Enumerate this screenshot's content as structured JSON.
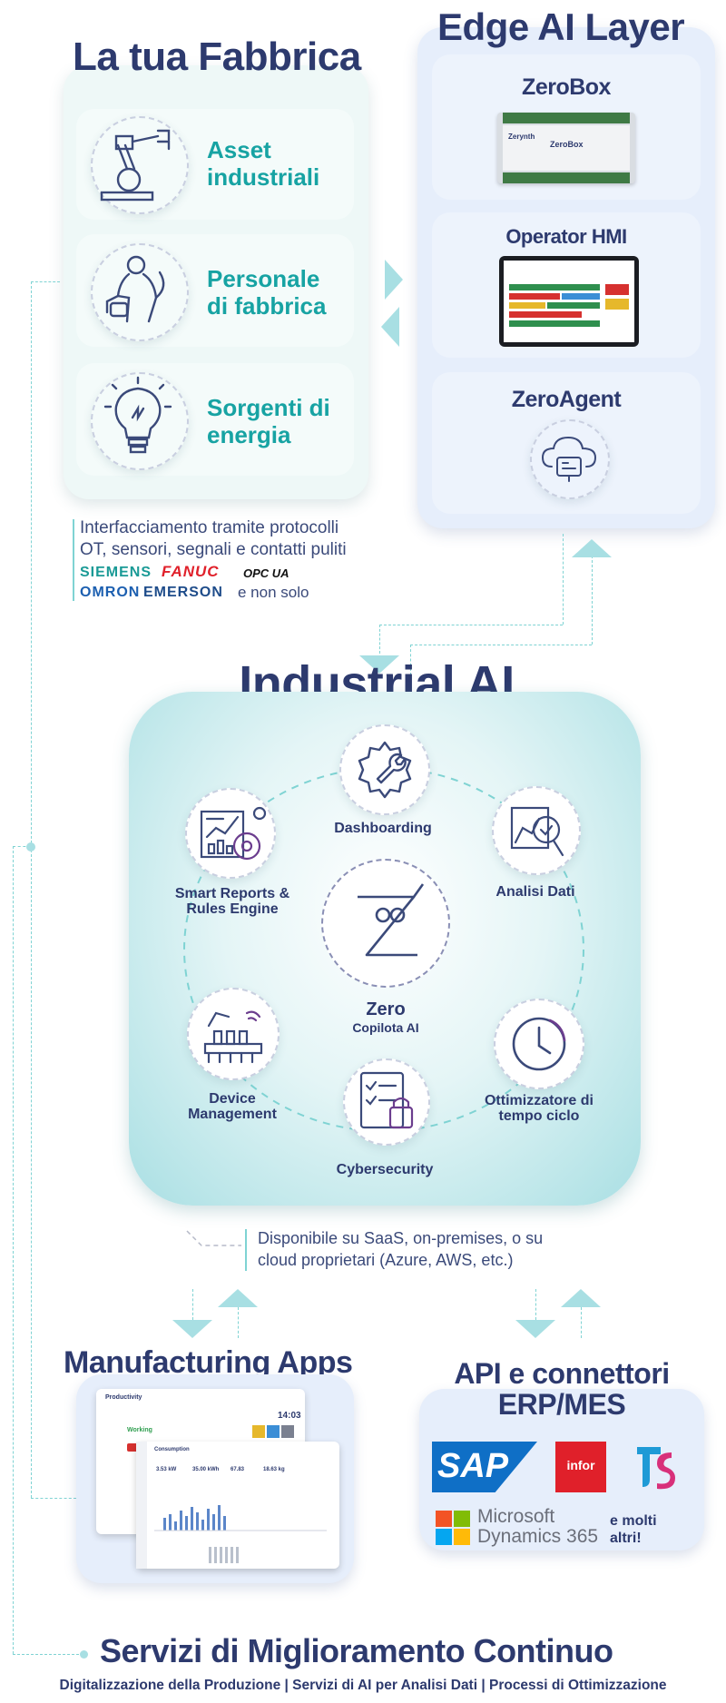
{
  "factory": {
    "title": "La tua Fabbrica",
    "items": [
      {
        "label_1": "Asset",
        "label_2": "industriali",
        "icon": "robot-arm-icon"
      },
      {
        "label_1": "Personale",
        "label_2": "di fabbrica",
        "icon": "worker-icon"
      },
      {
        "label_1": "Sorgenti di",
        "label_2": "energia",
        "icon": "lightbulb-icon"
      }
    ],
    "note_line1": "Interfacciamento tramite protocolli",
    "note_line2": "OT, sensori, segnali e contatti puliti",
    "brands": [
      "SIEMENS",
      "FANUC",
      "OPC UA",
      "OMRON",
      "EMERSON"
    ],
    "brands_suffix": "e non solo"
  },
  "edge": {
    "title": "Edge AI Layer",
    "cards": [
      {
        "title": "ZeroBox",
        "device_label": "ZeroBox",
        "device_brand": "Zerynth"
      },
      {
        "title": "Operator HMI"
      },
      {
        "title": "ZeroAgent"
      }
    ]
  },
  "industrial_ai": {
    "title": "Industrial AI",
    "center_title": "Zero",
    "center_subtitle": "Copilota AI",
    "nodes": [
      {
        "label": "Dashboarding",
        "icon": "gear-wrench-icon"
      },
      {
        "label": "Analisi Dati",
        "icon": "magnifier-chart-icon"
      },
      {
        "label": "Ottimizzatore di\ntempo ciclo",
        "icon": "clock-icon"
      },
      {
        "label": "Cybersecurity",
        "icon": "checklist-lock-icon"
      },
      {
        "label": "Device\nManagement",
        "icon": "factory-devices-icon"
      },
      {
        "label": "Smart Reports &\nRules Engine",
        "icon": "report-chart-icon"
      }
    ],
    "note_line1": "Disponibile su SaaS, on-premises, o su",
    "note_line2": "cloud proprietari  (Azure, AWS, etc.)"
  },
  "apps": {
    "title": "Manufacturing Apps",
    "screen": {
      "header": "Productivity",
      "status": "Working",
      "time": "14:03",
      "panel_title": "Consumption",
      "kpi": [
        "3.53 kW",
        "35.00 kWh",
        "67.83",
        "18.63 kg"
      ]
    }
  },
  "api": {
    "title_line1": "API e connettori",
    "title_line2": "ERP/MES",
    "logos": [
      "SAP",
      "infor",
      "Microsoft",
      "Dynamics 365"
    ],
    "more": "e molti\naltri!"
  },
  "services": {
    "title": "Servizi di Miglioramento Continuo",
    "subtitle": "Digitalizzazione della Produzione | Servizi di AI per Analisi Dati | Processi di Ottimizzazione"
  },
  "colors": {
    "navy": "#2d3a6e",
    "teal": "#17a3a3",
    "light_teal": "#a8dfe3",
    "panel_factory": "#eef8f7",
    "panel_edge": "#e6eefb"
  }
}
